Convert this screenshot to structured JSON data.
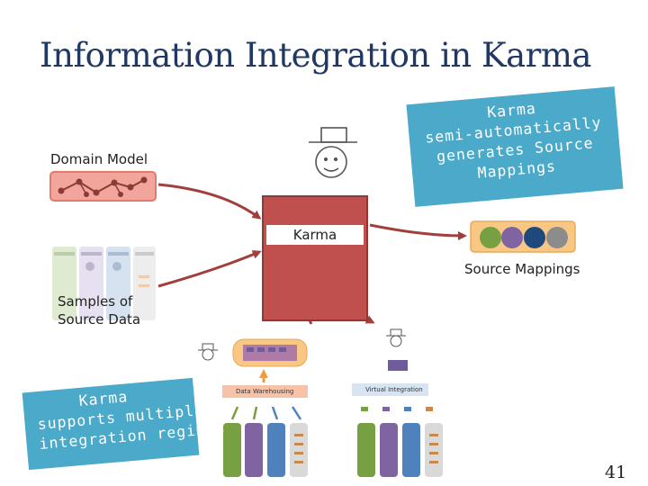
{
  "title": "Information Integration in Karma",
  "domain_model_label": "Domain Model",
  "samples_label_line1": "Samples of",
  "samples_label_line2": "Source Data",
  "karma_label": "Karma",
  "source_mappings_label": "Source Mappings",
  "callout_top": {
    "line1": "Karma",
    "line2": "semi-automatically",
    "line3": "generates Source",
    "line4": "Mappings"
  },
  "callout_bottom": {
    "line1": "Karma",
    "line2": "supports multiple",
    "line3": "integration regimes"
  },
  "data_warehousing_label": "Data Warehousing",
  "virtual_integration_label": "Virtual Integration",
  "page_number": "41",
  "colors": {
    "title": "#1f3864",
    "karma_box": "#c0504d",
    "arrow": "#a0403c",
    "callout": "#4ba9c9",
    "domain_model_fill": "#f2a59a",
    "mapping_green": "#77a043",
    "mapping_purple": "#8064a2",
    "mapping_navy": "#1f497d",
    "mapping_gray": "#8c8c8c",
    "source_tray": "#f9c784"
  }
}
